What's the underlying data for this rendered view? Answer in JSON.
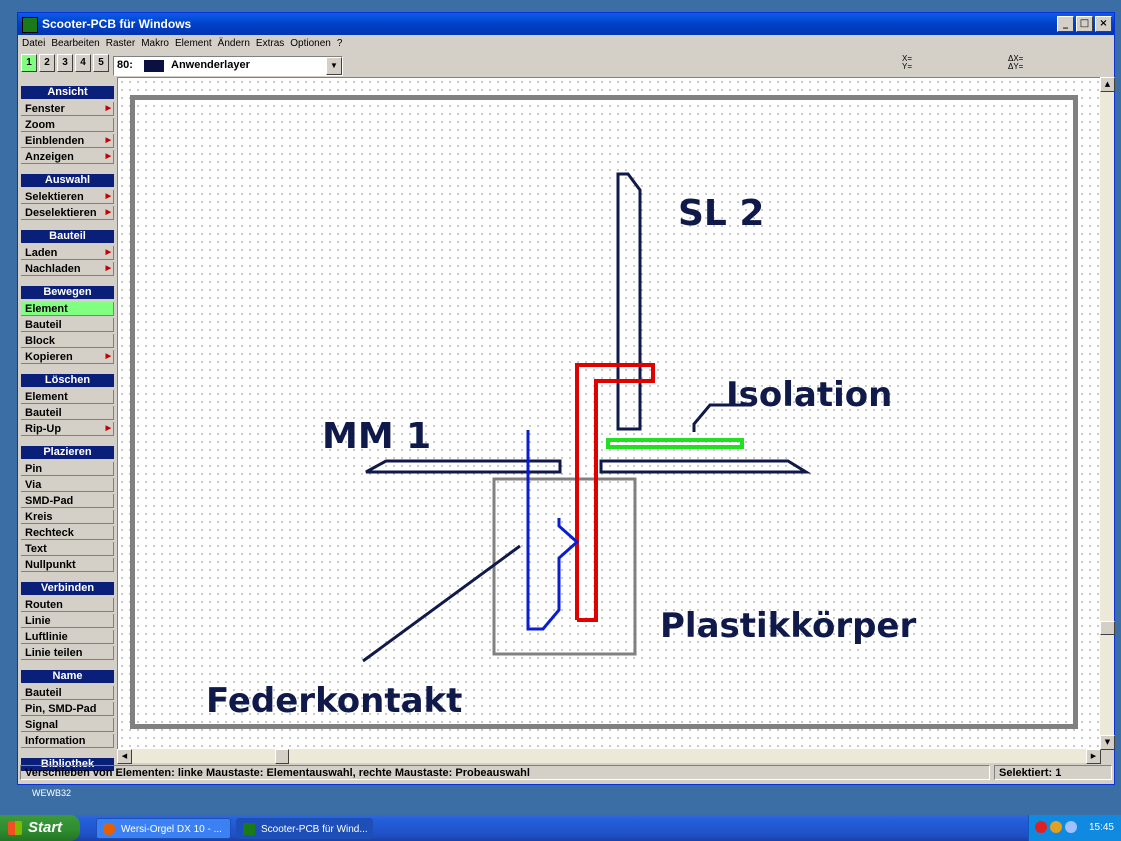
{
  "window": {
    "title": "Scooter-PCB für Windows",
    "buttons": [
      "_",
      "□",
      "×"
    ]
  },
  "menu": [
    "Datei",
    "Bearbeiten",
    "Raster",
    "Makro",
    "Element",
    "Ändern",
    "Extras",
    "Optionen",
    "?"
  ],
  "toolbar": {
    "layer_tabs": [
      "1",
      "2",
      "3",
      "4",
      "5"
    ],
    "active_tab": "1",
    "layer_number": "80:",
    "layer_name": "Anwenderlayer",
    "layer_color": "#0a1040",
    "coord_xy": "X=\nY=",
    "coord_dxy": "ΔX=\nΔY="
  },
  "sidebar": {
    "groups": [
      {
        "head": "Ansicht",
        "items": [
          {
            "label": "Fenster",
            "submenu": true
          },
          {
            "label": "Zoom",
            "submenu": false
          },
          {
            "label": "Einblenden",
            "submenu": true
          },
          {
            "label": "Anzeigen",
            "submenu": true
          }
        ]
      },
      {
        "head": "Auswahl",
        "items": [
          {
            "label": "Selektieren",
            "submenu": true
          },
          {
            "label": "Deselektieren",
            "submenu": true
          }
        ]
      },
      {
        "head": "Bauteil",
        "items": [
          {
            "label": "Laden",
            "submenu": true
          },
          {
            "label": "Nachladen",
            "submenu": true
          }
        ]
      },
      {
        "head": "Bewegen",
        "items": [
          {
            "label": "Element",
            "submenu": false,
            "active": true
          },
          {
            "label": "Bauteil",
            "submenu": false
          },
          {
            "label": "Block",
            "submenu": false
          },
          {
            "label": "Kopieren",
            "submenu": true
          }
        ]
      },
      {
        "head": "Löschen",
        "items": [
          {
            "label": "Element",
            "submenu": false
          },
          {
            "label": "Bauteil",
            "submenu": false
          },
          {
            "label": "Rip-Up",
            "submenu": true
          }
        ]
      },
      {
        "head": "Plazieren",
        "items": [
          {
            "label": "Pin",
            "submenu": false
          },
          {
            "label": "Via",
            "submenu": false
          },
          {
            "label": "SMD-Pad",
            "submenu": false
          },
          {
            "label": "Kreis",
            "submenu": false
          },
          {
            "label": "Rechteck",
            "submenu": false
          },
          {
            "label": "Text",
            "submenu": false
          },
          {
            "label": "Nullpunkt",
            "submenu": false
          }
        ]
      },
      {
        "head": "Verbinden",
        "items": [
          {
            "label": "Routen",
            "submenu": false
          },
          {
            "label": "Linie",
            "submenu": false
          },
          {
            "label": "Luftlinie",
            "submenu": false
          },
          {
            "label": "Linie teilen",
            "submenu": false
          }
        ]
      },
      {
        "head": "Name",
        "items": [
          {
            "label": "Bauteil",
            "submenu": false
          },
          {
            "label": "Pin, SMD-Pad",
            "submenu": false
          },
          {
            "label": "Signal",
            "submenu": false
          },
          {
            "label": "Information",
            "submenu": false
          }
        ]
      },
      {
        "head": "Bibliothek",
        "items": []
      }
    ]
  },
  "canvas": {
    "labels": {
      "sl2": "SL 2",
      "isolation": "Isolation",
      "mm1": "MM 1",
      "plastik": "Plastikkörper",
      "feder": "Federkontakt"
    },
    "colors": {
      "navy": "#0f1a4a",
      "red": "#e00000",
      "blue": "#0a1ed0",
      "green": "#20e020",
      "gray": "#808080"
    }
  },
  "status": {
    "message": "Verschieben von Elementen:  linke Maustaste: Elementauswahl,   rechte Maustaste: Probeauswahl",
    "selected": "Selektiert: 1"
  },
  "desktop": {
    "label1": "WEWB32"
  },
  "taskbar": {
    "start": "Start",
    "tasks": [
      {
        "label": "Wersi-Orgel DX 10 - ...",
        "active": false
      },
      {
        "label": "Scooter-PCB für Wind...",
        "active": true
      }
    ],
    "clock": "15:45"
  }
}
